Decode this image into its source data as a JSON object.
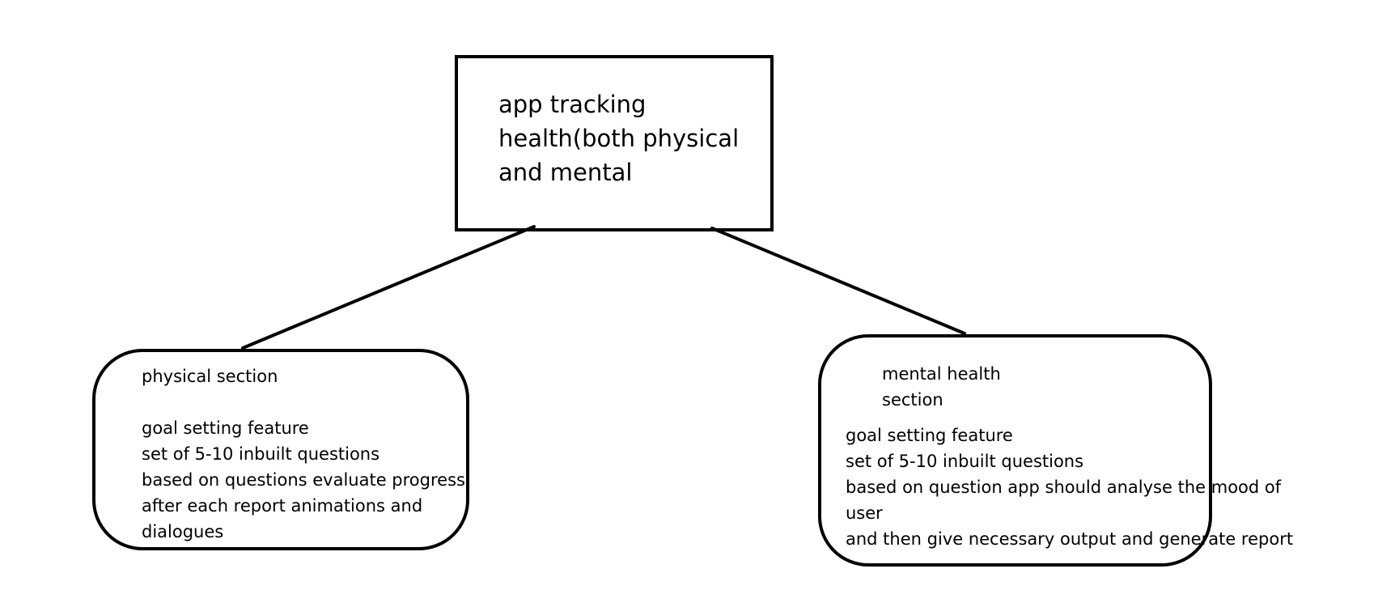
{
  "top_node": {
    "lines": [
      "app tracking",
      "health(both physical",
      "and mental"
    ]
  },
  "physical_node": {
    "title": "physical section",
    "lines": [
      "goal setting feature",
      "set of 5-10 inbuilt questions",
      "based on questions evaluate progress",
      "after each report animations and",
      "dialogues"
    ]
  },
  "mental_node": {
    "title_lines": [
      "mental health",
      "section"
    ],
    "lines": [
      "goal setting feature",
      "set of 5-10 inbuilt questions",
      "based on question app should analyse the mood of",
      "user",
      "and then give necessary output and generate report"
    ]
  },
  "colors": {
    "stroke": "#000000",
    "background": "#ffffff"
  }
}
